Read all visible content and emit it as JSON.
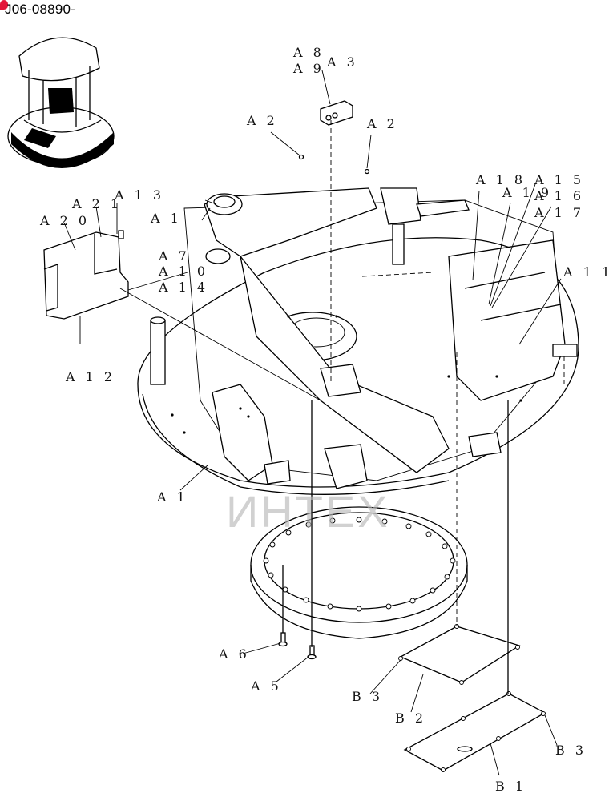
{
  "document": {
    "id": "J06-08890-"
  },
  "watermark": {
    "text": "ИНТЕХ"
  },
  "callouts": {
    "a8": "A 8",
    "a9": "A 9",
    "a3": "A 3",
    "a2_left": "A 2",
    "a2_right": "A 2",
    "a18": "A 1 8",
    "a15": "A 1 5",
    "a19": "A 1 9",
    "a16": "A 1 6",
    "a17": "A 1 7",
    "a11": "A 1 1",
    "a21": "A 2 1",
    "a13": "A 1 3",
    "a20": "A 2 0",
    "a1_top": "A 1",
    "a7": "A 7",
    "a10": "A 1 0",
    "a14": "A 1 4",
    "a12": "A 1 2",
    "a1_bottom": "A 1",
    "a6": "A 6",
    "a5": "A 5",
    "b3_left": "B 3",
    "b2": "B 2",
    "b3_right": "B 3",
    "b1": "B 1"
  },
  "colors": {
    "line": "#000000",
    "watermark_red": "#e8383d",
    "watermark_gray": "#b9b9b9"
  }
}
